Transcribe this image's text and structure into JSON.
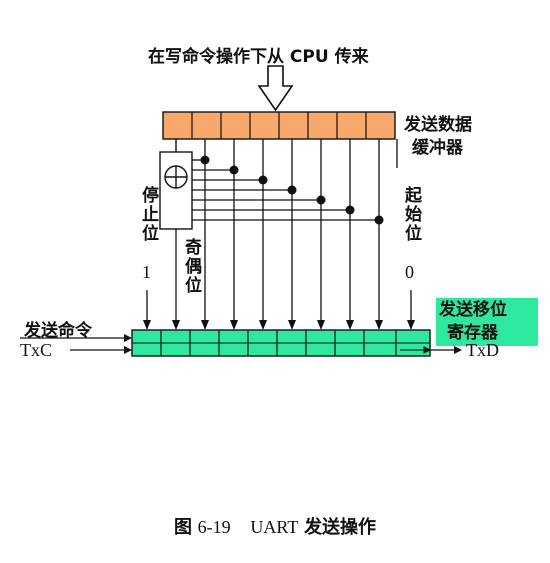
{
  "top_label": "在写命令操作下从 CPU 传来",
  "buffer_label_line1": "发送数据",
  "buffer_label_line2": "缓冲器",
  "stop_bit_label": "停止位",
  "stop_bit_value": "1",
  "parity_label": "奇偶位",
  "start_bit_label": "起始位",
  "start_bit_value": "0",
  "send_command_label": "发送命令",
  "txc_label": "TxC",
  "shift_register_line1": "发送移位",
  "shift_register_line2": "寄存器",
  "txd_label": "TxD",
  "parity_symbol": "⊕",
  "caption": {
    "fig": "图",
    "number": "6-19",
    "title_en": "UART",
    "title_cn": "发送操作"
  },
  "colors": {
    "buffer_fill": "#f7a86a",
    "shift_register_fill": "#2ee8a0",
    "line": "#111111"
  }
}
